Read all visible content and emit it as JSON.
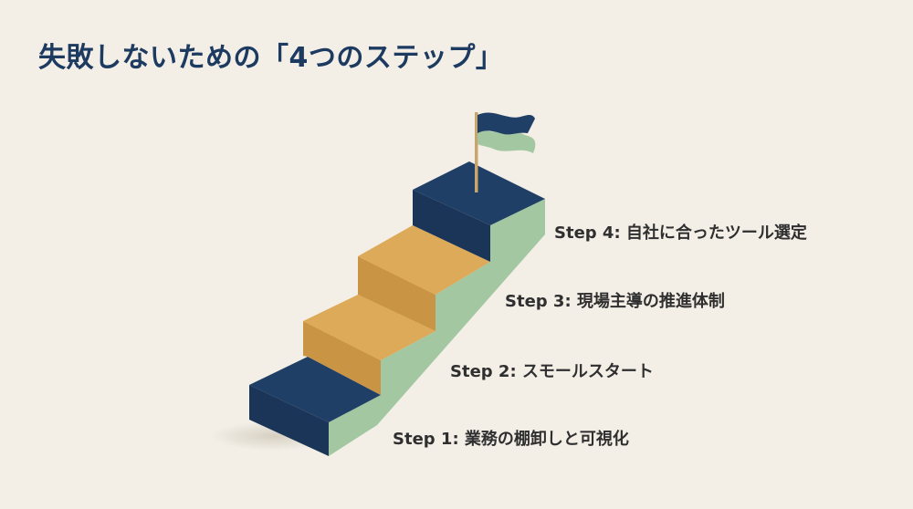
{
  "title": "失敗しないための「4つのステップ」",
  "steps": [
    {
      "label": "Step 1: 業務の棚卸しと可視化"
    },
    {
      "label": "Step 2: スモールスタート"
    },
    {
      "label": "Step 3: 現場主導の推進体制"
    },
    {
      "label": "Step 4: 自社に合ったツール選定"
    }
  ],
  "colors": {
    "navy": "#1d3a60",
    "gold": "#d6a14e",
    "green": "#a3c7a1",
    "background": "#f3efe7"
  }
}
